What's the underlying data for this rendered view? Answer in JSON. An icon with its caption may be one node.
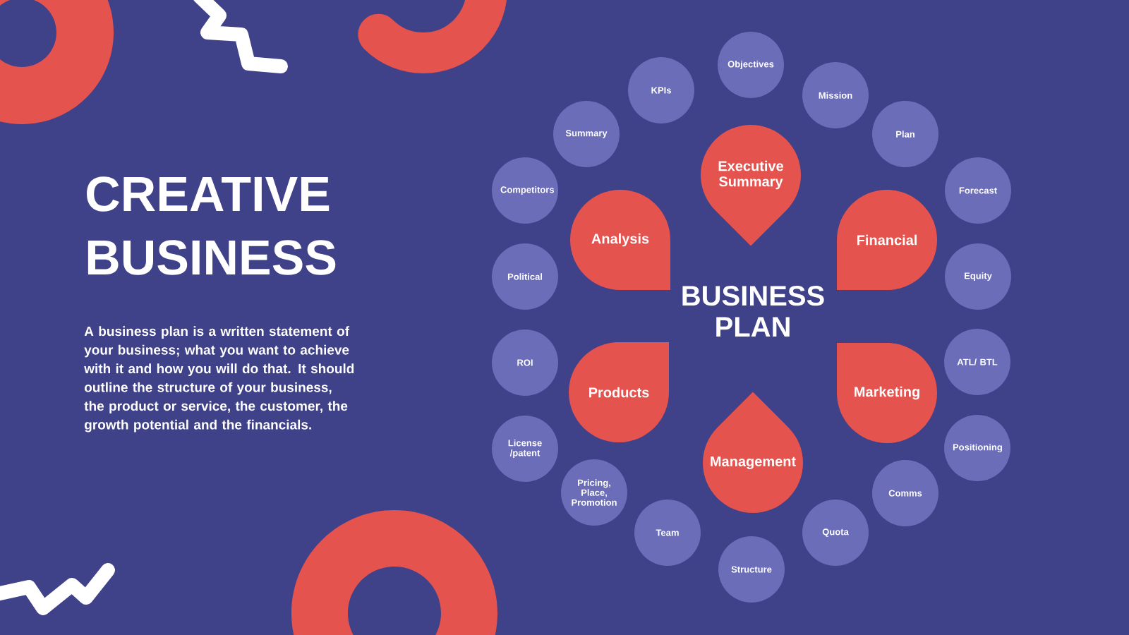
{
  "diagram": {
    "title": "CREATIVE BUSINESS",
    "nodes": [
      {
        "text": [
          "BUSINESS PLAN"
        ]
      },
      {
        "text": [
          "Executive Summary"
        ]
      },
      {
        "text": [
          "Financial"
        ]
      },
      {
        "text": [
          "Marketing"
        ]
      },
      {
        "text": [
          "Management"
        ]
      },
      {
        "text": [
          "Products"
        ]
      },
      {
        "text": [
          "Analysis"
        ]
      },
      {
        "text": [
          "Objectives"
        ]
      },
      {
        "text": [
          "Mission"
        ]
      },
      {
        "text": [
          "Plan"
        ]
      },
      {
        "text": [
          "Forecast"
        ]
      },
      {
        "text": [
          "Equity"
        ]
      },
      {
        "text": [
          "ATL/ BTL"
        ]
      },
      {
        "text": [
          "Positioning"
        ]
      },
      {
        "text": [
          "Comms"
        ]
      },
      {
        "text": [
          "Quota"
        ]
      },
      {
        "text": [
          "Structure"
        ]
      },
      {
        "text": [
          "Team"
        ]
      },
      {
        "text": [
          "Pricing, Place, Promotion"
        ]
      },
      {
        "text": [
          "License /patent"
        ]
      },
      {
        "text": [
          "ROI"
        ]
      },
      {
        "text": [
          "Political"
        ]
      },
      {
        "text": [
          "Competitors"
        ]
      },
      {
        "text": [
          "Summary"
        ]
      },
      {
        "text": [
          "KPIs"
        ]
      }
    ],
    "labels": [
      "A business plan is a written statement of your business; what you want to achieve with it and how you will do that. It should outline the structure of your business, the product or service, the customer, the growth potential and the financials."
    ]
  }
}
